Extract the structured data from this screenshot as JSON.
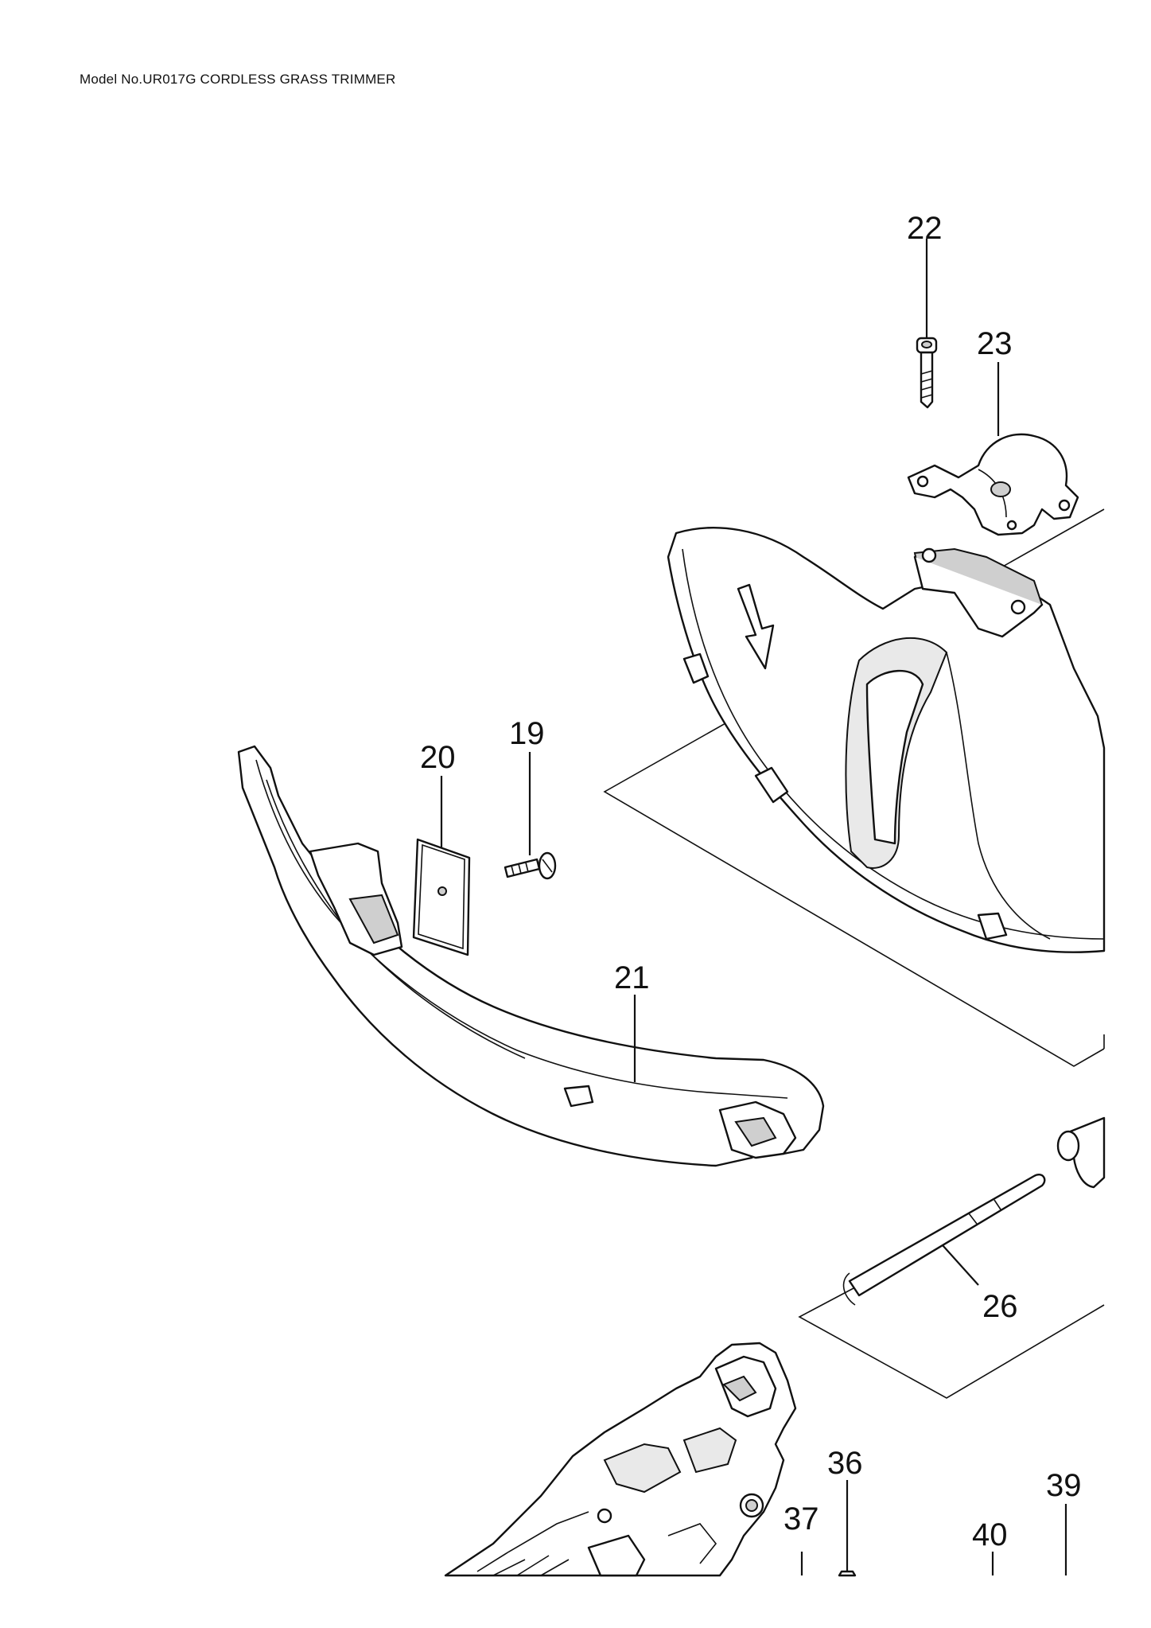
{
  "header": {
    "title": "Model No.UR017G CORDLESS GRASS TRIMMER"
  },
  "callouts": [
    {
      "id": "19",
      "label": "19"
    },
    {
      "id": "20",
      "label": "20"
    },
    {
      "id": "21",
      "label": "21"
    },
    {
      "id": "22",
      "label": "22"
    },
    {
      "id": "23",
      "label": "23"
    },
    {
      "id": "26",
      "label": "26"
    },
    {
      "id": "36",
      "label": "36"
    },
    {
      "id": "37",
      "label": "37"
    },
    {
      "id": "39",
      "label": "39"
    },
    {
      "id": "40",
      "label": "40"
    }
  ]
}
